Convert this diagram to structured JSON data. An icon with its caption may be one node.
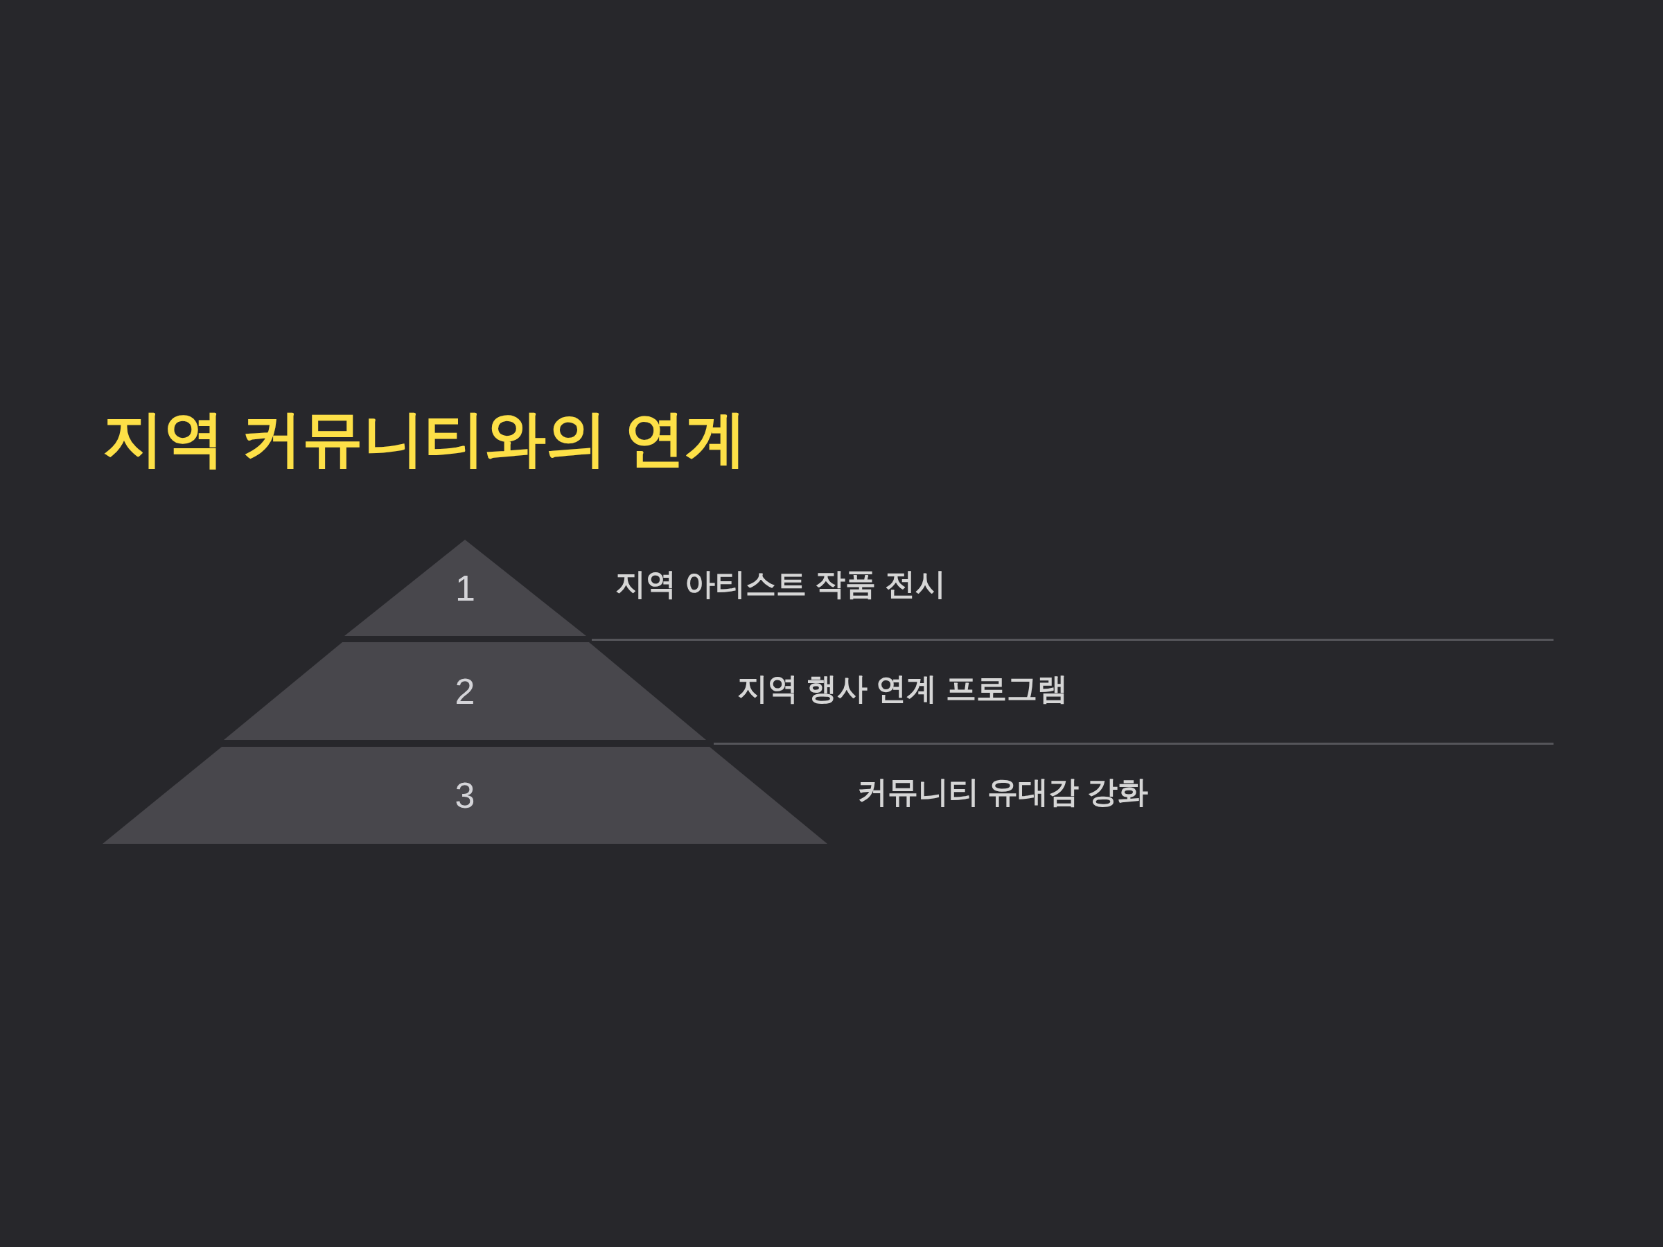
{
  "diagram": {
    "title": "지역 커뮤니티와의 연계",
    "nodes": [
      {
        "text": [
          "1"
        ],
        "beside": [
          "지역 아티스트 작품 전시"
        ]
      },
      {
        "text": [
          "2"
        ],
        "beside": [
          "지역 행사 연계 프로그램"
        ]
      },
      {
        "text": [
          "3"
        ],
        "beside": [
          "커뮤니티 유대감 강화"
        ]
      }
    ]
  }
}
